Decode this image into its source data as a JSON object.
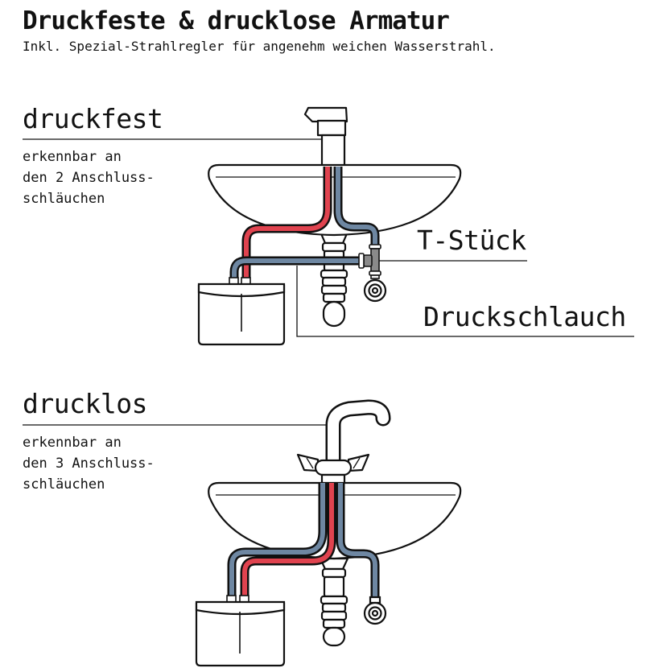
{
  "title": "Druckfeste & drucklose Armatur",
  "subtitle": "Inkl. Spezial-Strahlregler für angenehm weichen Wasserstrahl.",
  "section_top": {
    "label": "druckfest",
    "desc_lines": [
      "erkennbar an",
      "den 2 Anschluss-",
      "schläuchen"
    ]
  },
  "section_bottom": {
    "label": "drucklos",
    "desc_lines": [
      "erkennbar an",
      "den 3 Anschluss-",
      "schläuchen"
    ]
  },
  "callouts": {
    "t_piece": "T-Stück",
    "pressure_hose": "Druckschlauch"
  },
  "colors": {
    "ink": "#111111",
    "hot": "#e0434f",
    "cold": "#6e87a2",
    "tee": "#8a8a8a",
    "surface": "#ffffff"
  }
}
